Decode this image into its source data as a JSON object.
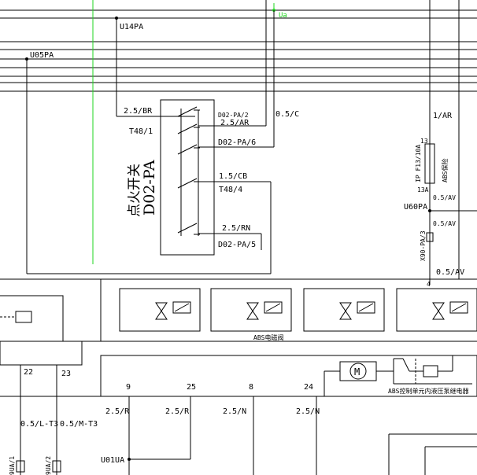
{
  "labels": {
    "u14pa": "U14PA",
    "u05pa": "U05PA",
    "ua": "Ua",
    "w_25br": "2.5/BR",
    "t48_1": "T48/1",
    "d02pa2": "D02-PA/2",
    "w_25ar": "2.5/AR",
    "d02pa6": "D02-PA/6",
    "w_05c": "0.5/C",
    "w_15cb": "1.5/CB",
    "t48_4": "T48/4",
    "w_25rn": "2.5/RN",
    "d02pa5": "D02-PA/5",
    "switch_name_cn": "点火开关",
    "switch_code": "D02-PA",
    "w_1ar": "1/AR",
    "fuse_top": "13",
    "fuse_bot": "13A",
    "fuse_id": "IP F13/10A",
    "fuse_name": "ABS保险",
    "w_05av_a": "0.5/AV",
    "u60pa": "U60PA",
    "w_05av_b": "0.5/AV",
    "x90": "X90-PA/3",
    "w_05av_c": "0.5/AV",
    "pin4": "4",
    "abs_valve": "ABS电磁阀",
    "pin22": "22",
    "pin23": "23",
    "pin9": "9",
    "pin25": "25",
    "pin8": "8",
    "pin24": "24",
    "pump_relay": "ABS控制单元内液压泵继电器",
    "motor_m": "M",
    "w_05lt3": "0.5/L-T3",
    "w_05mt3": "0.5/M-T3",
    "w_25r_a": "2.5/R",
    "w_25r_b": "2.5/R",
    "w_25n_a": "2.5/N",
    "w_25n_b": "2.5/N",
    "u01ua": "U01UA",
    "ua1": "9UA/1",
    "ua2": "9UA/2"
  }
}
